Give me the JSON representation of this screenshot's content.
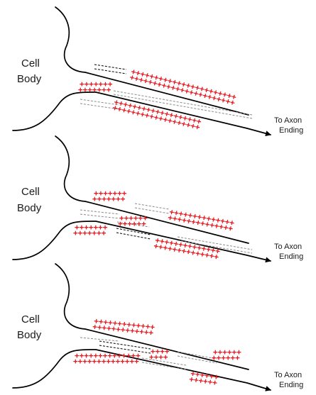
{
  "panels": [
    {
      "cell_label_line1": "Cell",
      "cell_label_line2": "Body",
      "axon_label_line1": "To Axon",
      "axon_label_line2": "Ending"
    },
    {
      "cell_label_line1": "Cell",
      "cell_label_line2": "Body",
      "axon_label_line1": "To Axon",
      "axon_label_line2": "Ending"
    },
    {
      "cell_label_line1": "Cell",
      "cell_label_line2": "Body",
      "axon_label_line1": "To Axon",
      "axon_label_line2": "Ending"
    }
  ],
  "colors": {
    "positive_charge": "#e8141b",
    "negative_charge": "#000000",
    "membrane": "#000000",
    "background": "#ffffff"
  },
  "symbols": {
    "positive_charge": "+"
  }
}
